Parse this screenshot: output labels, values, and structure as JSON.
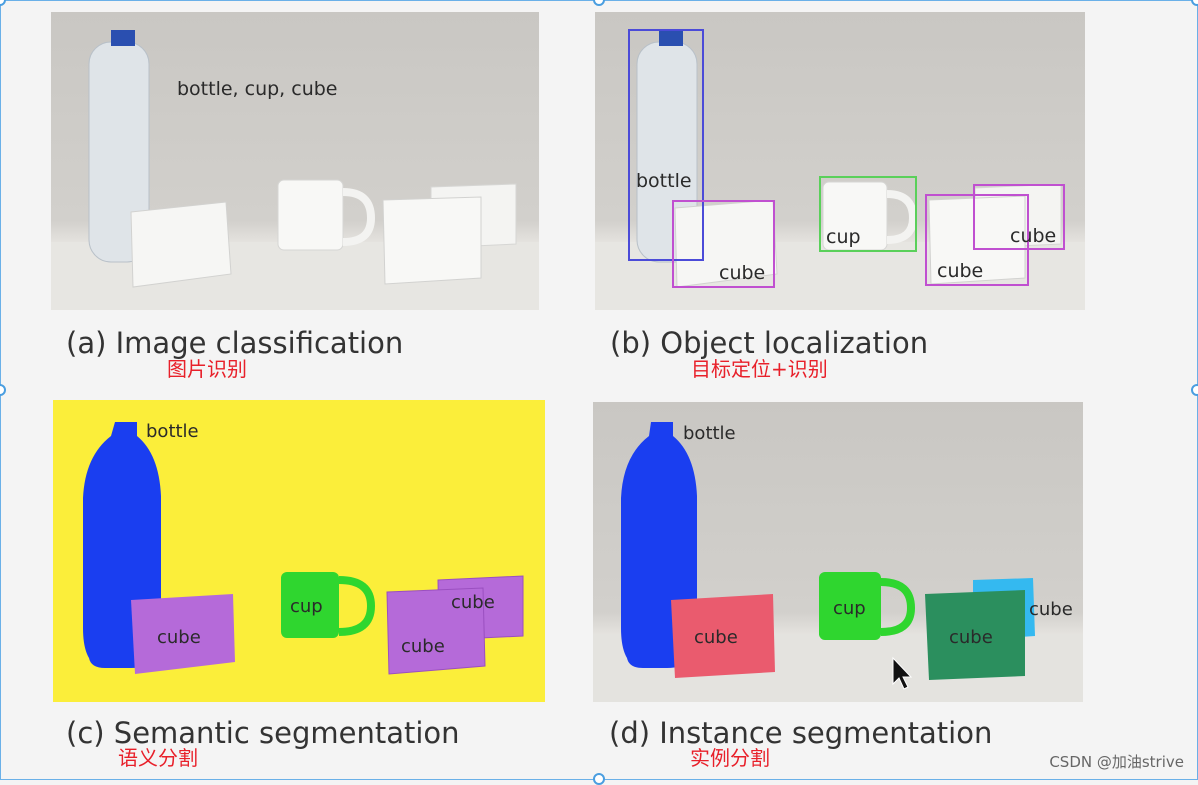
{
  "panels": {
    "a": {
      "image_label": "bottle, cup, cube",
      "caption": "(a) Image classification",
      "cn_caption": "图片识别"
    },
    "b": {
      "labels": [
        "bottle",
        "cube",
        "cup",
        "cube",
        "cube"
      ],
      "caption": "(b) Object localization",
      "cn_caption": "目标定位+识别"
    },
    "c": {
      "labels": [
        "bottle",
        "cup",
        "cube",
        "cube",
        "cube"
      ],
      "caption": "(c) Semantic segmentation",
      "cn_caption": "语义分割"
    },
    "d": {
      "labels": [
        "bottle",
        "cup",
        "cube",
        "cube",
        "cube"
      ],
      "caption": "(d) Instance segmentation",
      "cn_caption": "实例分割"
    }
  },
  "colors": {
    "bottle_blue": "#1a3ef0",
    "cube_purple": "#b56ad9",
    "cup_green": "#2fd62f",
    "background_yellow": "#fbee3a",
    "cube_red": "#ea5b6e",
    "cube_darkgreen": "#2b8f5e",
    "cube_lightblue": "#34b9f0",
    "box_bottle": "#4b4bd8",
    "box_cube": "#c050d0",
    "box_cup": "#5ad05a",
    "chinese_caption": "#e8202a"
  },
  "watermark": "CSDN @加油strive"
}
